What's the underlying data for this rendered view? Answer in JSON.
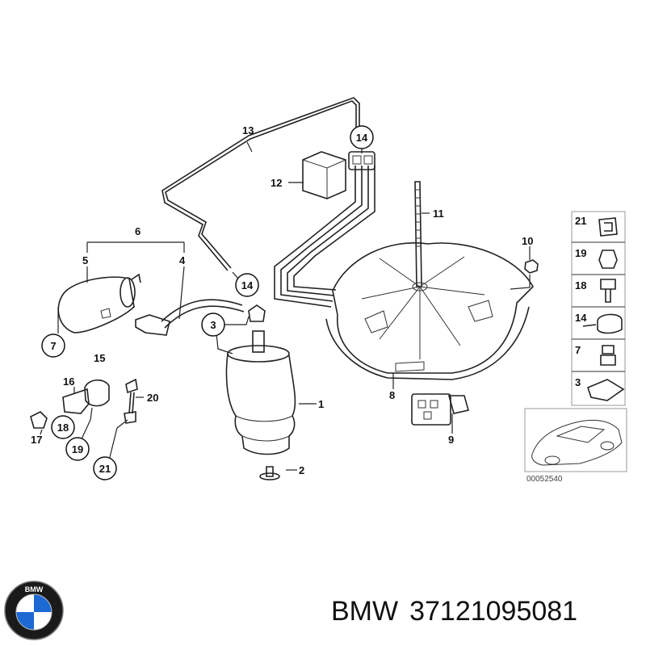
{
  "diagram": {
    "labels": {
      "p1": "1",
      "p2": "2",
      "p3": "3",
      "p4": "4",
      "p5": "5",
      "p6": "6",
      "p7": "7",
      "p8": "8",
      "p9": "9",
      "p10": "10",
      "p11": "11",
      "p12": "12",
      "p13": "13",
      "p14a": "14",
      "p14b": "14",
      "p15": "15",
      "p16": "16",
      "p17": "17",
      "p18": "18",
      "p19": "19",
      "p20": "20",
      "p21": "21"
    },
    "side_panel": [
      "21",
      "19",
      "18",
      "14",
      "7",
      "3"
    ],
    "catalog_number": "00052540"
  },
  "brand": {
    "logo_letters": "BMW",
    "name": "BMW",
    "part_number": "37121095081",
    "colors": {
      "blue": "#1c69d4",
      "ring": "#1a1a1a"
    }
  }
}
